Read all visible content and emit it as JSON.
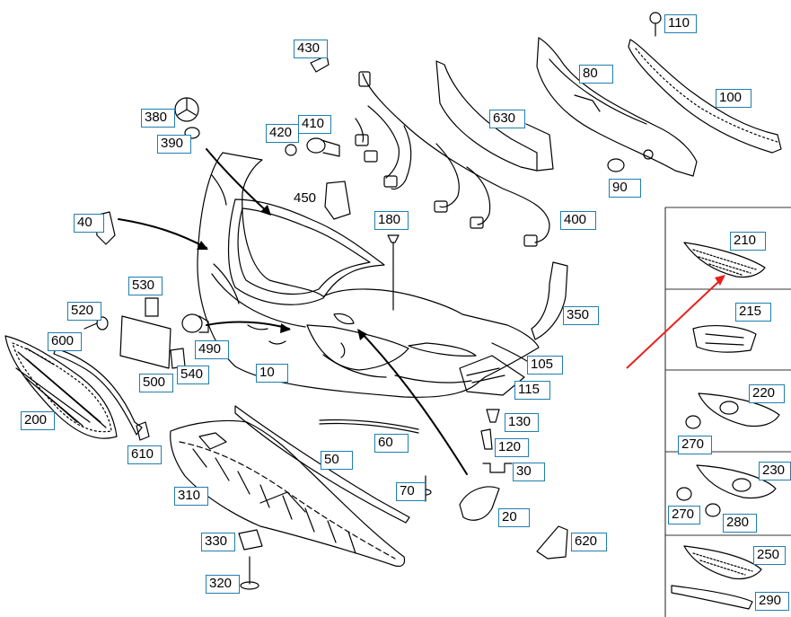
{
  "diagram": {
    "accent_color": "#e8211c",
    "callout_border_color": "#1f7fae",
    "callouts": [
      {
        "id": "110",
        "label": "110"
      },
      {
        "id": "430",
        "label": "430"
      },
      {
        "id": "80",
        "label": "80"
      },
      {
        "id": "100",
        "label": "100"
      },
      {
        "id": "380",
        "label": "380"
      },
      {
        "id": "630",
        "label": "630"
      },
      {
        "id": "420",
        "label": "420"
      },
      {
        "id": "410",
        "label": "410"
      },
      {
        "id": "390",
        "label": "390"
      },
      {
        "id": "90",
        "label": "90"
      },
      {
        "id": "180",
        "label": "180"
      },
      {
        "id": "400",
        "label": "400"
      },
      {
        "id": "40",
        "label": "40"
      },
      {
        "id": "210",
        "label": "210"
      },
      {
        "id": "530",
        "label": "530"
      },
      {
        "id": "215",
        "label": "215"
      },
      {
        "id": "520",
        "label": "520"
      },
      {
        "id": "350",
        "label": "350"
      },
      {
        "id": "600",
        "label": "600"
      },
      {
        "id": "490",
        "label": "490"
      },
      {
        "id": "105",
        "label": "105"
      },
      {
        "id": "10",
        "label": "10"
      },
      {
        "id": "540",
        "label": "540"
      },
      {
        "id": "500",
        "label": "500"
      },
      {
        "id": "115",
        "label": "115"
      },
      {
        "id": "220",
        "label": "220"
      },
      {
        "id": "200",
        "label": "200"
      },
      {
        "id": "130",
        "label": "130"
      },
      {
        "id": "270a",
        "label": "270"
      },
      {
        "id": "60",
        "label": "60"
      },
      {
        "id": "120",
        "label": "120"
      },
      {
        "id": "610",
        "label": "610"
      },
      {
        "id": "50",
        "label": "50"
      },
      {
        "id": "30",
        "label": "30"
      },
      {
        "id": "230",
        "label": "230"
      },
      {
        "id": "310",
        "label": "310"
      },
      {
        "id": "70",
        "label": "70"
      },
      {
        "id": "270b",
        "label": "270"
      },
      {
        "id": "280",
        "label": "280"
      },
      {
        "id": "20",
        "label": "20"
      },
      {
        "id": "330",
        "label": "330"
      },
      {
        "id": "620",
        "label": "620"
      },
      {
        "id": "250",
        "label": "250"
      },
      {
        "id": "320",
        "label": "320"
      },
      {
        "id": "290",
        "label": "290"
      }
    ],
    "plain_labels": [
      {
        "id": "450",
        "label": "450"
      }
    ]
  }
}
